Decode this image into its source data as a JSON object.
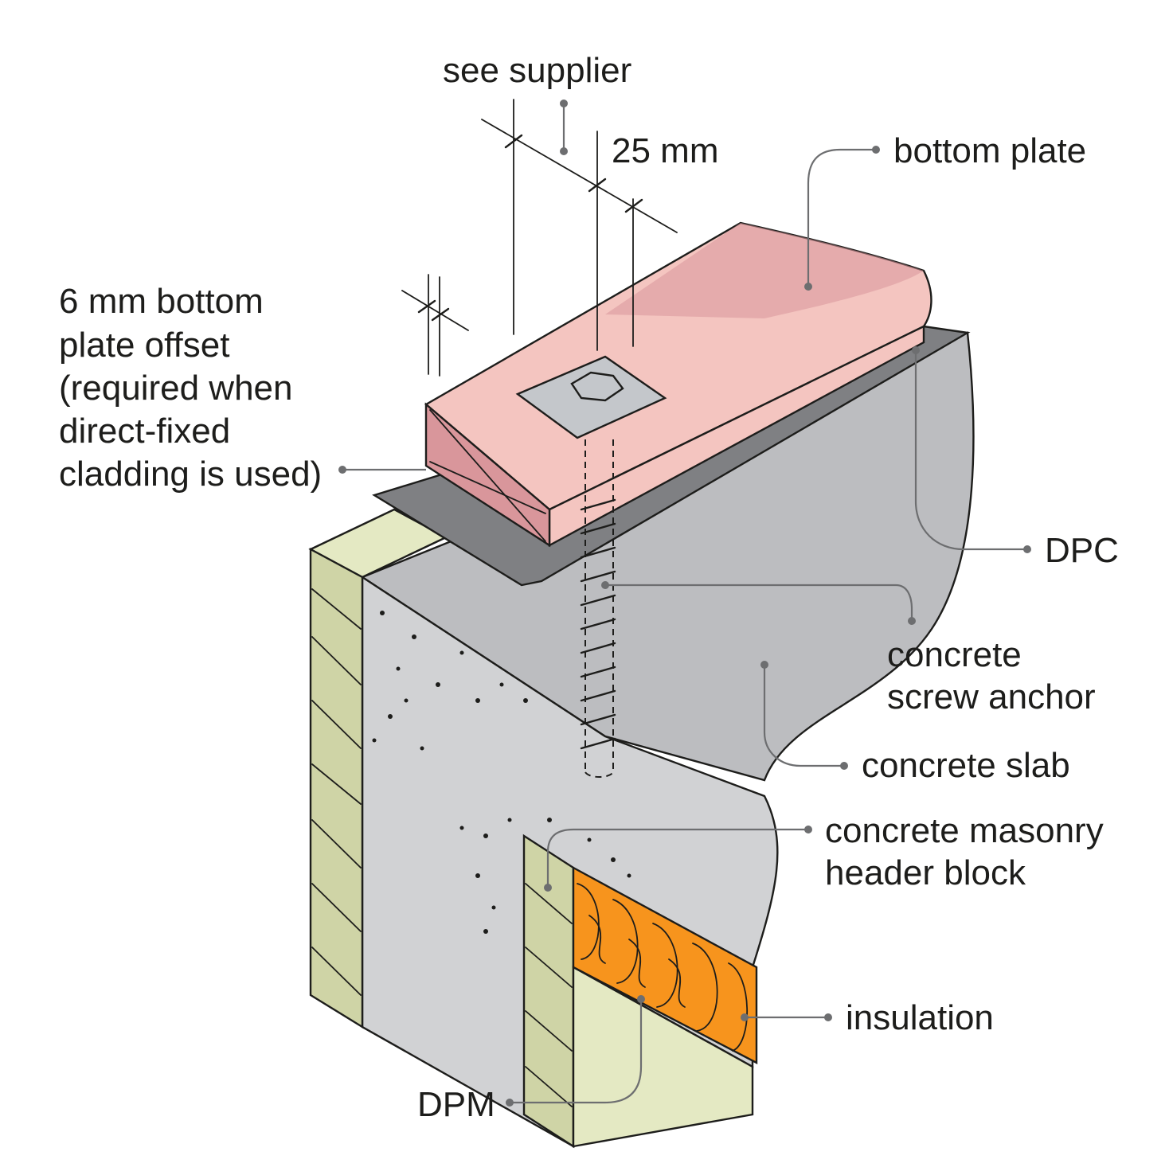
{
  "labels": {
    "see_supplier": "see supplier",
    "spacing_25mm": "25 mm",
    "bottom_plate": "bottom plate",
    "offset_line1": "6 mm bottom",
    "offset_line2": "plate offset",
    "offset_line3": "(required when",
    "offset_line4": "direct-fixed",
    "offset_line5": "cladding is used)",
    "dpc": "DPC",
    "anchor_line1": "concrete",
    "anchor_line2": "screw anchor",
    "concrete_slab": "concrete slab",
    "masonry_line1": "concrete masonry",
    "masonry_line2": "header block",
    "insulation": "insulation",
    "dpm": "DPM"
  },
  "colors": {
    "bottom_plate": "#f4c5c0",
    "bottom_plate_shadow": "#d9969b",
    "dpc": "#7f8083",
    "concrete_top": "#bcbdc0",
    "concrete_face": "#d1d2d4",
    "masonry_block": "#cfd4a6",
    "masonry_light": "#e4e9c3",
    "insulation": "#f7941d",
    "washer": "#c4c7cb",
    "leader_line": "#6d6e70",
    "text": "#1d1d1b"
  }
}
